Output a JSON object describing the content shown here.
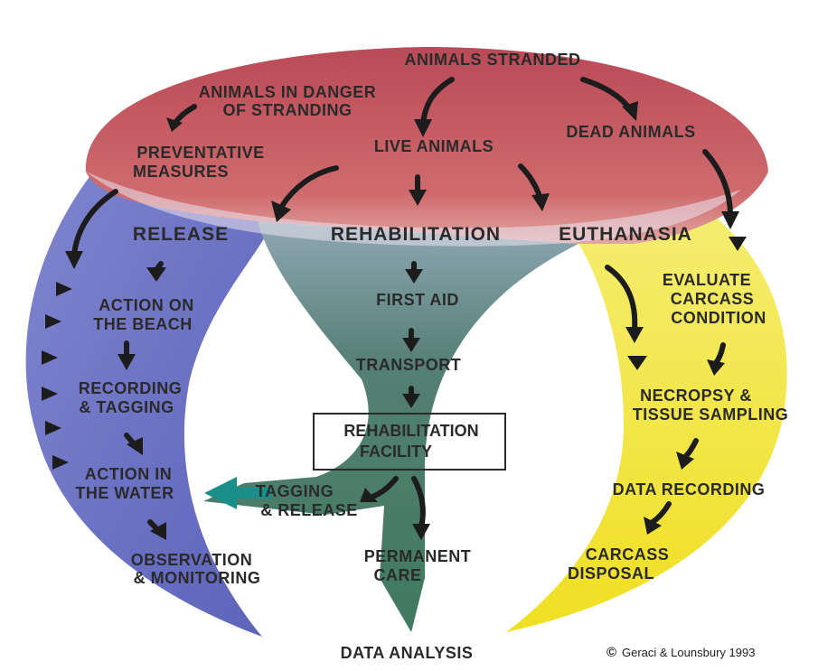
{
  "nodes": {
    "animals_stranded": "ANIMALS STRANDED",
    "danger": [
      "ANIMALS IN DANGER",
      "OF STRANDING"
    ],
    "live": "LIVE ANIMALS",
    "dead": "DEAD ANIMALS",
    "preventative": [
      "PREVENTATIVE",
      "MEASURES"
    ],
    "release": "RELEASE",
    "rehabilitation": "REHABILITATION",
    "euthanasia": "EUTHANASIA",
    "action_beach": [
      "ACTION ON",
      "THE BEACH"
    ],
    "recording_tagging": [
      "RECORDING",
      "& TAGGING"
    ],
    "action_water": [
      "ACTION IN",
      "THE WATER"
    ],
    "observation": [
      "OBSERVATION",
      "& MONITORING"
    ],
    "first_aid": "FIRST AID",
    "transport": "TRANSPORT",
    "rehab_facility": [
      "REHABILITATION",
      "FACILITY"
    ],
    "tagging_release": [
      "TAGGING",
      "& RELEASE"
    ],
    "permanent_care": [
      "PERMANENT",
      "CARE"
    ],
    "evaluate": [
      "EVALUATE",
      "CARCASS",
      "CONDITION"
    ],
    "necropsy": [
      "NECROPSY &",
      "TISSUE SAMPLING"
    ],
    "data_recording": "DATA RECORDING",
    "carcass_disposal": [
      "CARCASS",
      "DISPOSAL"
    ],
    "data_analysis": "DATA ANALYSIS"
  },
  "credit": {
    "symbol": "©",
    "text": "Geraci & Lounsbury 1993"
  },
  "colors": {
    "stranding_zone": "#c85a62",
    "release_zone": "#6f74c4",
    "rehab_zone": "#4f7c68",
    "euthanasia_zone": "#f2e43a",
    "arrow": "#1c1c1c"
  }
}
